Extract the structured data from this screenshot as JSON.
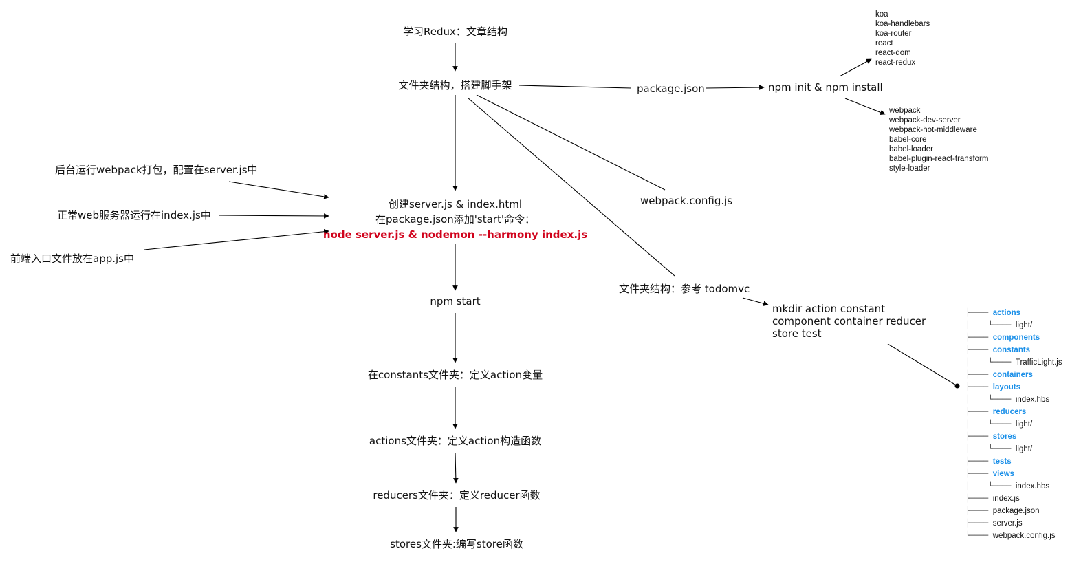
{
  "nodes": {
    "title": "学习Redux：文章结构",
    "folder_scaffold": "文件夹结构，搭建脚手架",
    "package_json": "package.json",
    "npm_init": "npm init & npm install",
    "webpack_config": "webpack.config.js",
    "create_server_line1": "创建server.js & index.html",
    "create_server_line2": "在package.json添加'start'命令：",
    "create_server_cmd": "node server.js & nodemon --harmony index.js",
    "npm_start": "npm start",
    "constants_step": "在constants文件夹：定义action变量",
    "actions_step": "actions文件夹：定义action构造函数",
    "reducers_step": "reducers文件夹：定义reducer函数",
    "stores_step": "stores文件夹:编写store函数",
    "folder_ref": "文件夹结构：参考 todomvc",
    "mkdir_line1": "mkdir action constant",
    "mkdir_line2": "component container reducer",
    "mkdir_line3": "store test",
    "note_webpack": "后台运行webpack打包，配置在server.js中",
    "note_web": "正常web服务器运行在index.js中",
    "note_app": "前端入口文件放在app.js中"
  },
  "deps_top": [
    "koa",
    "koa-handlebars",
    "koa-router",
    "react",
    "react-dom",
    "react-redux"
  ],
  "deps_bottom": [
    "webpack",
    "webpack-dev-server",
    "webpack-hot-middleware",
    "babel-core",
    "babel-loader",
    "babel-plugin-react-transform",
    "style-loader"
  ],
  "tree": [
    {
      "branch": "├──── ",
      "name": "actions",
      "dir": true
    },
    {
      "branch": "│    └──── ",
      "name": "light/",
      "dir": false
    },
    {
      "branch": "├──── ",
      "name": "components",
      "dir": true
    },
    {
      "branch": "├──── ",
      "name": "constants",
      "dir": true
    },
    {
      "branch": "│    └──── ",
      "name": "TrafficLight.js",
      "dir": false
    },
    {
      "branch": "├──── ",
      "name": "containers",
      "dir": true
    },
    {
      "branch": "├──── ",
      "name": "layouts",
      "dir": true
    },
    {
      "branch": "│    └──── ",
      "name": "index.hbs",
      "dir": false
    },
    {
      "branch": "├──── ",
      "name": "reducers",
      "dir": true
    },
    {
      "branch": "│    └──── ",
      "name": "light/",
      "dir": false
    },
    {
      "branch": "├──── ",
      "name": "stores",
      "dir": true
    },
    {
      "branch": "│    └──── ",
      "name": "light/",
      "dir": false
    },
    {
      "branch": "├──── ",
      "name": "tests",
      "dir": true
    },
    {
      "branch": "├──── ",
      "name": "views",
      "dir": true
    },
    {
      "branch": "│    └──── ",
      "name": "index.hbs",
      "dir": false
    },
    {
      "branch": "├──── ",
      "name": "index.js",
      "dir": false
    },
    {
      "branch": "├──── ",
      "name": "package.json",
      "dir": false
    },
    {
      "branch": "├──── ",
      "name": "server.js",
      "dir": false
    },
    {
      "branch": "└──── ",
      "name": "webpack.config.js",
      "dir": false
    }
  ],
  "colors": {
    "highlight": "#d0021b",
    "dir": "#1a8fe8",
    "line": "#000000"
  }
}
